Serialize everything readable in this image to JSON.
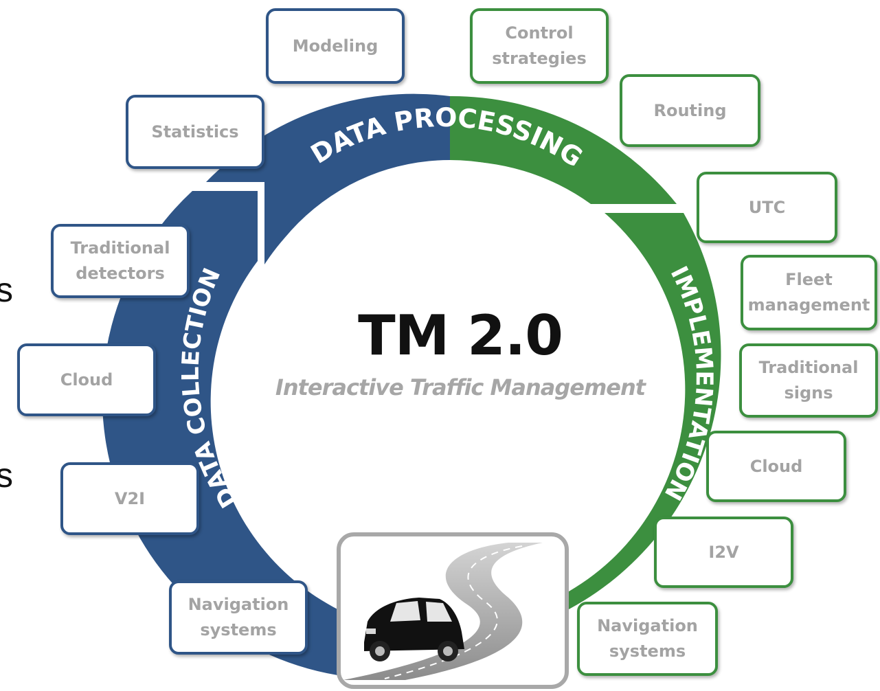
{
  "center": {
    "title": "TM 2.0",
    "subtitle": "Interactive Traffic Management"
  },
  "ring": {
    "processing_label": "DATA PROCESSING",
    "collection_label": "DATA COLLECTION",
    "implementation_label": "IMPLEMENTATION",
    "colors": {
      "blue": "#2f5587",
      "green": "#3c8f3f"
    }
  },
  "boxes": {
    "modeling": "Modeling",
    "control_strategies": "Control\nstrategies",
    "routing": "Routing",
    "statistics": "Statistics",
    "utc": "UTC",
    "fleet_management": "Fleet\nmanagement",
    "traditional_signs": "Traditional\nsigns",
    "cloud_right": "Cloud",
    "i2v": "I2V",
    "navigation_right": "Navigation\nsystems",
    "traditional_detectors": "Traditional\ndetectors",
    "cloud_left": "Cloud",
    "v2i": "V2I",
    "navigation_left": "Navigation\nsystems"
  },
  "left_edge": [
    "s",
    "s"
  ],
  "icons": {
    "center_picture": "car-on-road-icon"
  }
}
